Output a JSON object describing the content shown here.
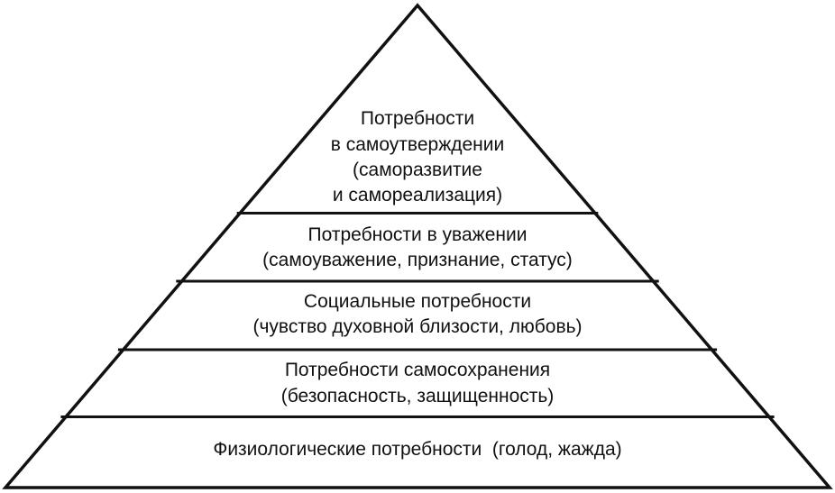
{
  "pyramid": {
    "tiers": [
      {
        "lines": [
          "Потребности",
          "в самоутверждении",
          "(саморазвитие",
          "и самореализация)"
        ]
      },
      {
        "lines": [
          "Потребности в уважении",
          "(самоуважение, признание, статус)"
        ]
      },
      {
        "lines": [
          "Социальные потребности",
          "(чувство духовной близости, любовь)"
        ]
      },
      {
        "lines": [
          "Потребности самосохранения",
          "(безопасность, защищенность)"
        ]
      },
      {
        "lines": [
          "Физиологические потребности  (голод, жажда)"
        ]
      }
    ],
    "colors": {
      "stroke": "#111111",
      "fill": "#ffffff",
      "text": "#111111"
    }
  }
}
